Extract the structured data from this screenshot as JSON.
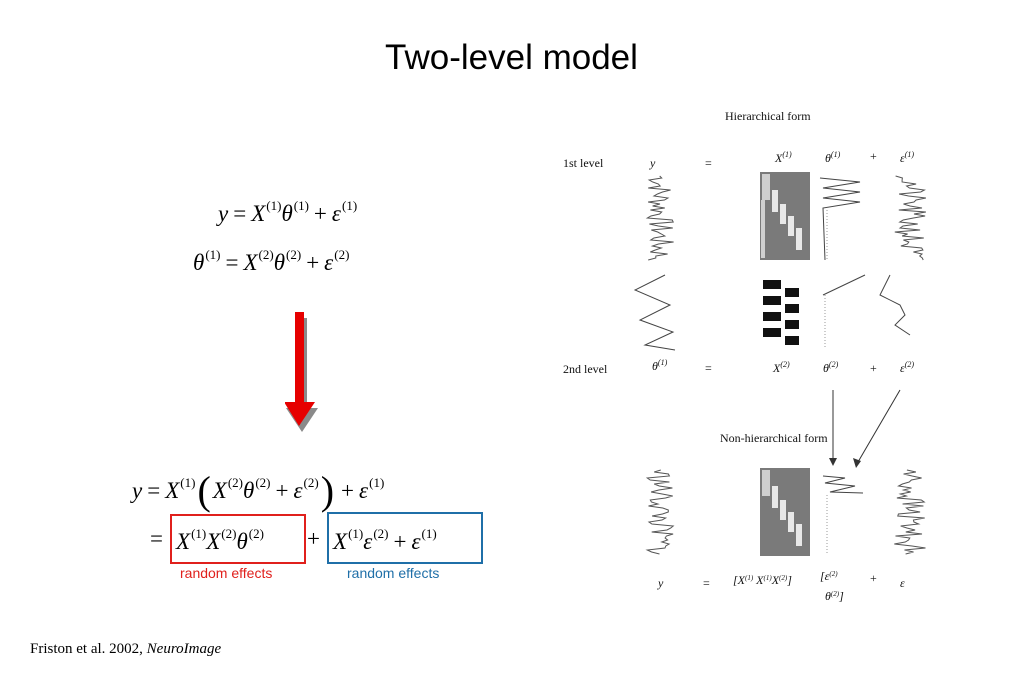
{
  "title": "Two-level model",
  "equations": {
    "eq1": {
      "lhs": "y",
      "rhs_X": "X",
      "rhs_theta": "θ",
      "rhs_eps": "ε",
      "sup1": "(1)"
    },
    "eq2": {
      "lhs": "θ",
      "sup_l": "(1)",
      "rhs_X": "X",
      "rhs_theta": "θ",
      "rhs_eps": "ε",
      "sup2": "(2)"
    }
  },
  "labels": {
    "random_effects_red": "random effects",
    "random_effects_blue": "random effects"
  },
  "citation": {
    "authors": "Friston et al. 2002,",
    "journal": "NeuroImage"
  },
  "figure": {
    "hierarchical_form": "Hierarchical form",
    "first_level": "1st level",
    "second_level": "2nd level",
    "non_hierarchical_form": "Non-hierarchical form",
    "y": "y",
    "eq_sign": "=",
    "plus": "+"
  },
  "colors": {
    "arrow_red": "#e60000",
    "arrow_shadow": "#8a8a8a",
    "box_red": "#e0201c",
    "box_blue": "#1f6fa8"
  }
}
